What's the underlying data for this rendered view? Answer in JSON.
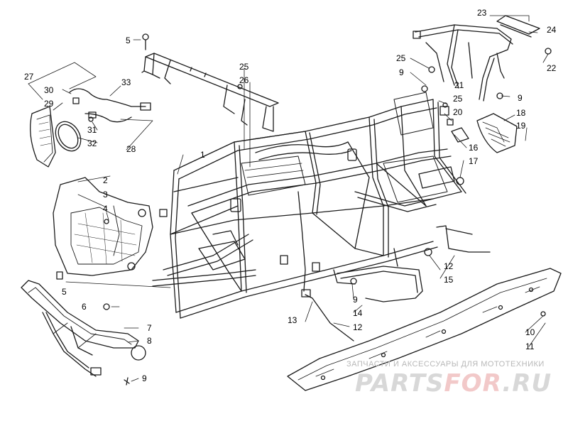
{
  "callouts": {
    "c1": "1",
    "c2": "2",
    "c3": "3",
    "c4": "4",
    "c5a": "5",
    "c5b": "5",
    "c6": "6",
    "c7": "7",
    "c8": "8",
    "c9a": "9",
    "c9b": "9",
    "c9c": "9",
    "c9d": "9",
    "c10": "10",
    "c11": "11",
    "c12a": "12",
    "c12b": "12",
    "c13": "13",
    "c14": "14",
    "c15": "15",
    "c16": "16",
    "c17": "17",
    "c18": "18",
    "c19": "19",
    "c20": "20",
    "c21": "21",
    "c22": "22",
    "c23": "23",
    "c24": "24",
    "c25a": "25",
    "c25b": "25",
    "c25c": "25",
    "c26": "26",
    "c27": "27",
    "c28": "28",
    "c29": "29",
    "c30": "30",
    "c31": "31",
    "c32": "32",
    "c33": "33"
  },
  "watermark": {
    "tagline": "ЗАПЧАСТИ И АКСЕССУАРЫ ДЛЯ МОТОТЕХНИКИ",
    "logo_part1": "PARTS",
    "logo_part2": "FOR",
    "logo_part3": ".RU"
  },
  "colors": {
    "line": "#1a1a1a",
    "shade": "#bdbdbd",
    "watermark_text": "#b8b8b8",
    "watermark_accent": "#f2c9c9"
  }
}
